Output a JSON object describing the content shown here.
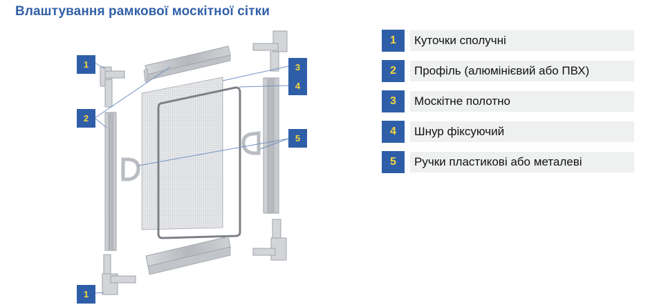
{
  "title": "Влаштування рамкової москітної сітки",
  "colors": {
    "title": "#3260a8",
    "badge_bg": "#2f5ea8",
    "badge_text": "#f6d73c",
    "row_bg": "#eff0f0",
    "leader_line": "#6f8fc4"
  },
  "legend": [
    {
      "number": "1",
      "label": "Куточки сполучні"
    },
    {
      "number": "2",
      "label": "Профіль (алюмінієвий або ПВХ)"
    },
    {
      "number": "3",
      "label": "Москітне полотно"
    },
    {
      "number": "4",
      "label": "Шнур фіксуючий"
    },
    {
      "number": "5",
      "label": "Ручки пластикові або металеві"
    }
  ],
  "diagram": {
    "callouts": [
      {
        "number": "1",
        "position": "top-left corner"
      },
      {
        "number": "2",
        "position": "left profile"
      },
      {
        "number": "3",
        "position": "mesh"
      },
      {
        "number": "4",
        "position": "cord"
      },
      {
        "number": "5",
        "position": "handles"
      },
      {
        "number": "1",
        "position": "bottom-left corner"
      }
    ]
  }
}
